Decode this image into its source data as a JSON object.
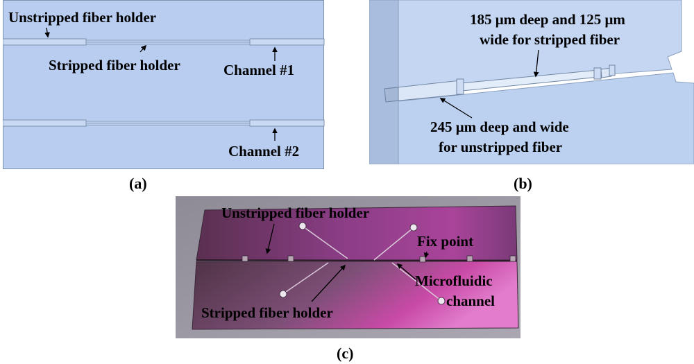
{
  "colors": {
    "cad_blue": "#b8cdef",
    "cad_line": "#7d93ad",
    "wafer_purple": "#7a3a78",
    "wafer_pink": "#b0408f",
    "photo_background": "#9a97a4"
  },
  "panel_a": {
    "label": "(a)",
    "unstripped_label": "Unstripped fiber holder",
    "stripped_label": "Stripped fiber holder",
    "channel1_label": "Channel #1",
    "channel2_label": "Channel #2"
  },
  "panel_b": {
    "label": "(b)",
    "stripped_line1": "185 μm deep and 125 μm",
    "stripped_line2": "wide for stripped fiber",
    "unstripped_line1": "245 μm deep and wide",
    "unstripped_line2": "for unstripped fiber"
  },
  "panel_c": {
    "label": "(c)",
    "unstripped_label": "Unstripped fiber holder",
    "fix_point_label": "Fix point",
    "microfluidic_line1": "Microfluidic",
    "microfluidic_line2": "channel",
    "stripped_label": "Stripped fiber holder"
  }
}
